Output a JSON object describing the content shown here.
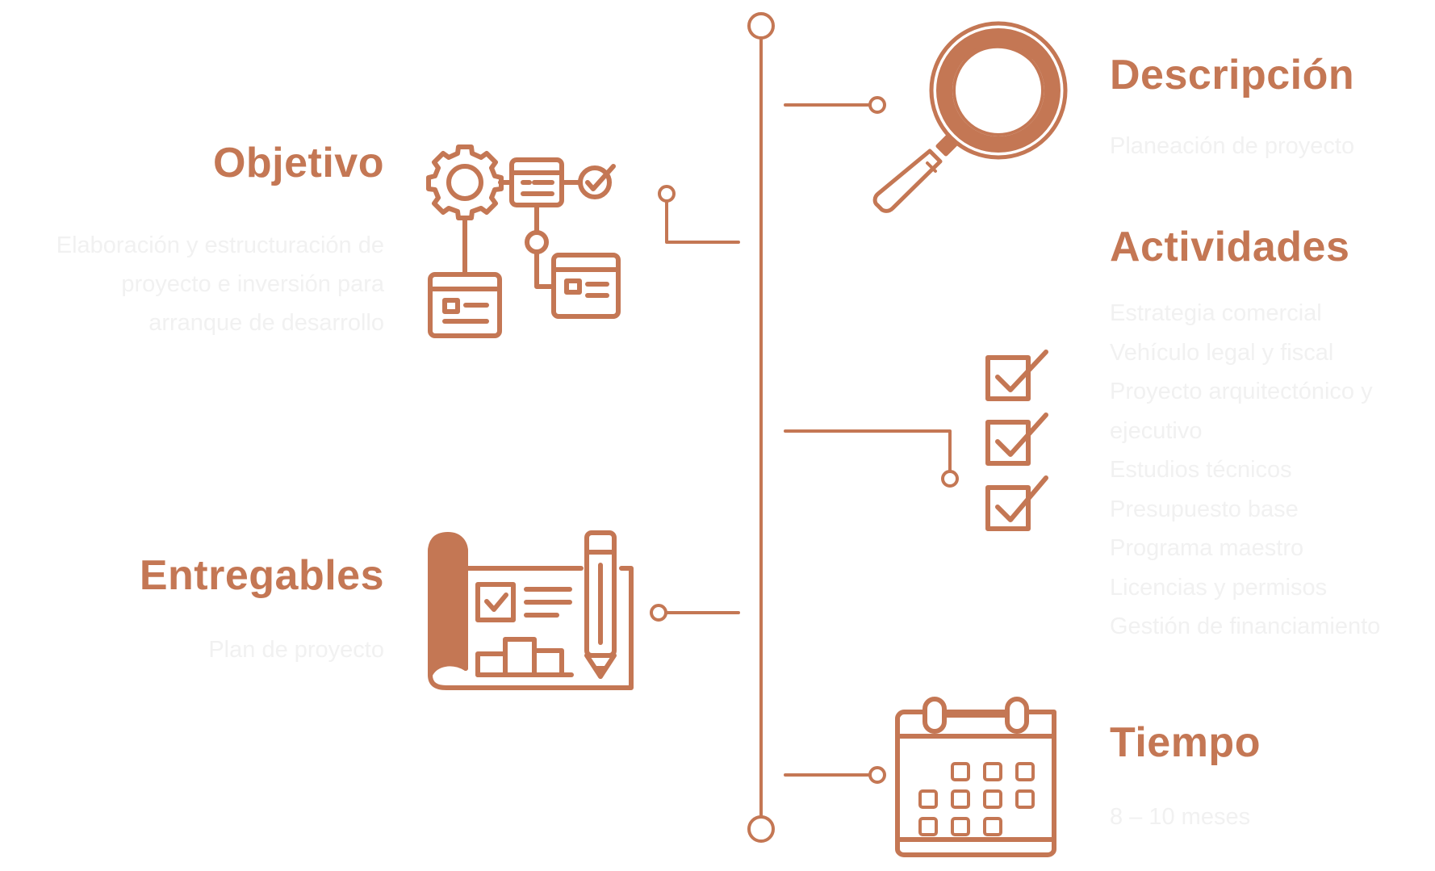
{
  "colors": {
    "accent": "#c47754",
    "muted_text": "#f1f1f1",
    "background": "#ffffff"
  },
  "objetivo": {
    "title": "Objetivo",
    "lines": [
      "Elaboración y estructuración de",
      "proyecto e inversión para",
      "arranque de desarrollo"
    ],
    "icon": "workflow-icon"
  },
  "entregables": {
    "title": "Entregables",
    "text": "Plan de proyecto",
    "icon": "blueprint-pencil-icon"
  },
  "descripcion": {
    "title": "Descripción",
    "text": "Planeación de proyecto",
    "icon": "magnifying-glass-icon"
  },
  "actividades": {
    "title": "Actividades",
    "items": [
      "Estrategia comercial",
      "Vehículo legal y fiscal",
      "Proyecto arquitectónico y",
      "ejecutivo",
      "Estudios técnicos",
      "Presupuesto base",
      "Programa maestro",
      "Licencias y permisos",
      "Gestión de financiamiento"
    ],
    "icon": "checklist-icon"
  },
  "tiempo": {
    "title": "Tiempo",
    "text": "8 – 10 meses",
    "icon": "calendar-icon"
  }
}
